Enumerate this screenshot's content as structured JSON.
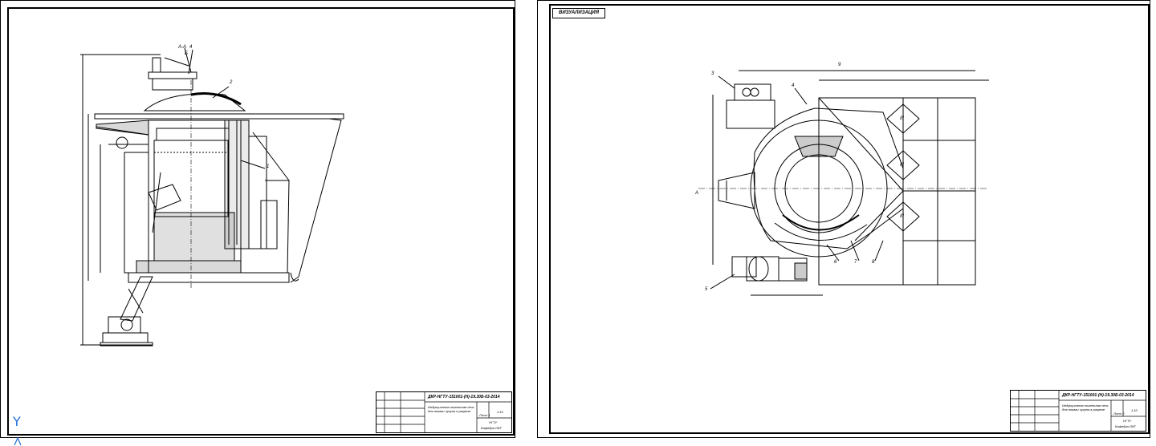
{
  "sheet_left": {
    "callouts": [
      "4",
      "2",
      "1",
      "А-А",
      "Б"
    ],
    "title_block": {
      "code": "ДКР-НГТУ-151001-(Н)-19.30Б-03-2014",
      "name": "Индукционная тигельная печь для плавки чугуна в разрезе",
      "scale": "1:10",
      "sheet": "Лист 1",
      "org": "НГТУ",
      "group": "Кафедра ЛИТ"
    }
  },
  "sheet_right": {
    "stamp": "ВИЗУАЛИЗАЦИЯ",
    "callouts": [
      "3",
      "4",
      "5",
      "6",
      "7",
      "8",
      "9"
    ],
    "section_mark": "А",
    "title_block": {
      "code": "ДКР-НГТУ-151001-(Н)-19.30Б-03-2014",
      "name": "Индукционная тигельная печь для плавки чугуна в разрезе",
      "scale": "1:10",
      "sheet": "Лист 2",
      "org": "НГТУ",
      "group": "Кафедра ЛИТ"
    },
    "section_symbol": "III"
  },
  "ucs": {
    "y_label": "Y"
  }
}
